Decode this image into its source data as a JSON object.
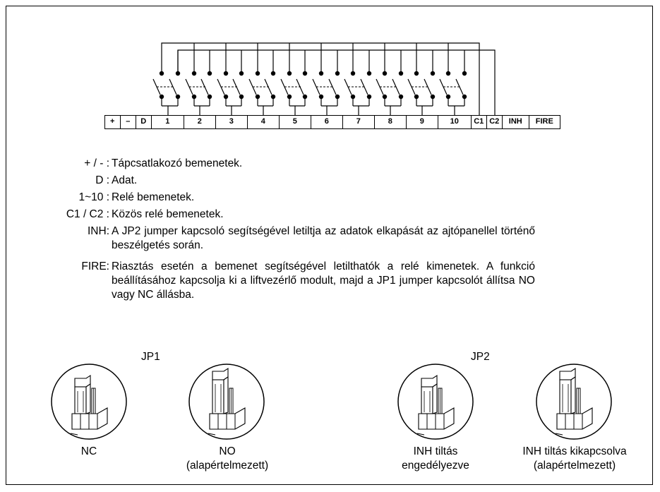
{
  "terminal_strip": {
    "terminals": [
      "+",
      "–",
      "D",
      "1",
      "2",
      "3",
      "4",
      "5",
      "6",
      "7",
      "8",
      "9",
      "10",
      "C1",
      "C2",
      "INH",
      "FIRE"
    ]
  },
  "legend": [
    {
      "key": "+ / - :",
      "desc": "Tápcsatlakozó bemenetek."
    },
    {
      "key": "D :",
      "desc": "Adat."
    },
    {
      "key": "1~10 :",
      "desc": "Relé bemenetek."
    },
    {
      "key": "C1 / C2 :",
      "desc": "Közös relé bemenetek."
    },
    {
      "key": "INH:",
      "desc": "A JP2 jumper kapcsoló segítségével letiltja az adatok elkapását az ajtópanellel történő beszélgetés során."
    },
    {
      "key": "FIRE:",
      "desc": "Riasztás esetén a bemenet segítségével letilthatók a relé kimenetek. A funkció beállításához kapcsolja ki a liftvezérlő modult, majd a JP1 jumper kapcsolót állítsa NO vagy NC állásba."
    }
  ],
  "jp1": {
    "title": "JP1",
    "options": [
      {
        "line1": "NC",
        "line2": ""
      },
      {
        "line1": "NO",
        "line2": "(alapértelmezett)"
      }
    ]
  },
  "jp2": {
    "title": "JP2",
    "options": [
      {
        "line1": "INH tiltás",
        "line2": "engedélyezve"
      },
      {
        "line1": "INH tiltás kikapcsolva",
        "line2": "(alapértelmezett)"
      }
    ]
  }
}
